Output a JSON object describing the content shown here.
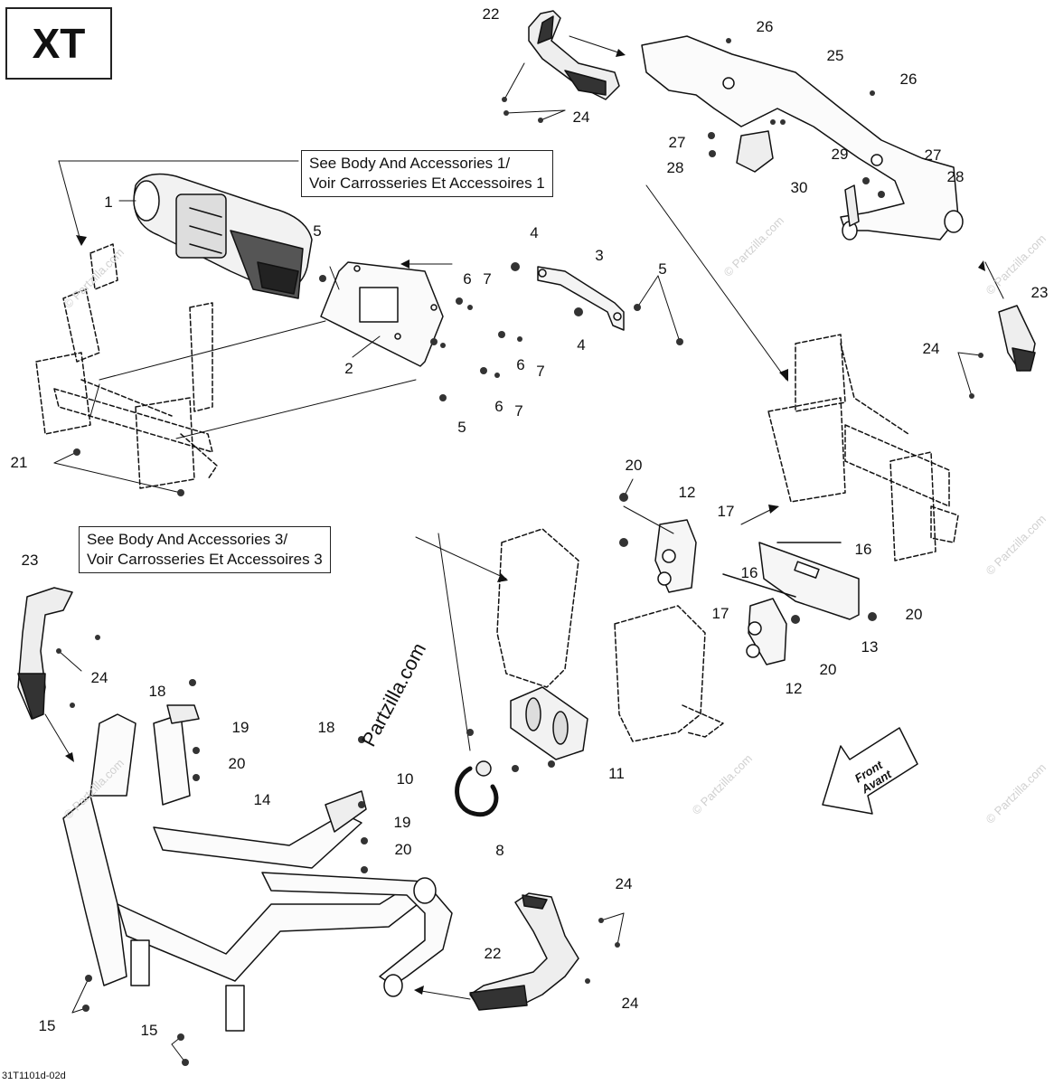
{
  "model": "XT",
  "callouts": [
    {
      "line1": "See Body And Accessories 1/",
      "line2": "Voir Carrosseries Et Accessoires 1"
    },
    {
      "line1": "See Body And Accessories 3/",
      "line2": "Voir Carrosseries Et Accessoires 3"
    }
  ],
  "part_numbers": [
    "1",
    "2",
    "3",
    "4",
    "4",
    "5",
    "5",
    "5",
    "6",
    "6",
    "6",
    "7",
    "7",
    "7",
    "8",
    "10",
    "11",
    "12",
    "12",
    "13",
    "14",
    "15",
    "15",
    "16",
    "16",
    "17",
    "17",
    "18",
    "18",
    "19",
    "19",
    "20",
    "20",
    "20",
    "20",
    "20",
    "21",
    "22",
    "22",
    "23",
    "23",
    "24",
    "24",
    "24",
    "24",
    "24",
    "25",
    "26",
    "26",
    "27",
    "27",
    "28",
    "28",
    "29",
    "30"
  ],
  "front_label": [
    "Front",
    "Avant"
  ],
  "watermark": "Partzilla.com",
  "watermark_small": "© Partzilla.com",
  "diagram_code": "31T1101d-02d"
}
